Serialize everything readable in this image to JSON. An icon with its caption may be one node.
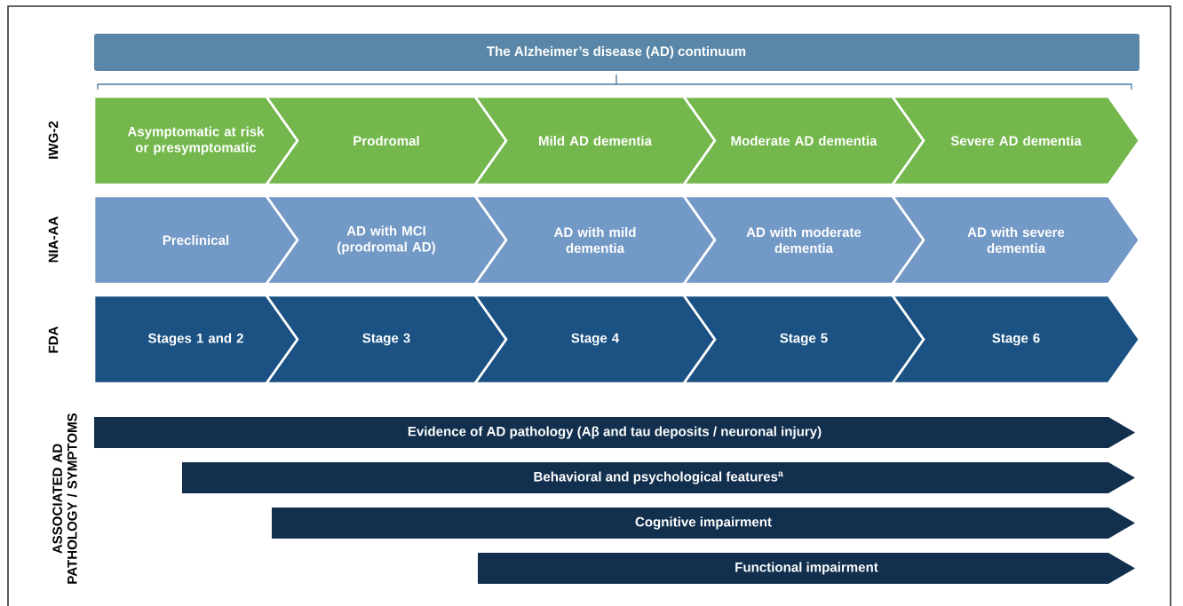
{
  "diagram": {
    "nodes": [
      {
        "text": [
          "The Alzheimer’s disease (AD) continuum"
        ]
      },
      {
        "text": [
          "Asymptomatic at risk or presymptomatic"
        ]
      },
      {
        "text": [
          "Prodromal"
        ]
      },
      {
        "text": [
          "Mild AD dementia"
        ]
      },
      {
        "text": [
          "Moderate AD dementia"
        ]
      },
      {
        "text": [
          "Severe AD dementia"
        ]
      },
      {
        "text": [
          "Preclinical"
        ]
      },
      {
        "text": [
          "AD with MCI (prodromal AD)"
        ]
      },
      {
        "text": [
          "AD with mild dementia"
        ]
      },
      {
        "text": [
          "AD with moderate dementia"
        ]
      },
      {
        "text": [
          "AD with severe dementia"
        ]
      },
      {
        "text": [
          "Stages 1 and 2"
        ]
      },
      {
        "text": [
          "Stage 3"
        ]
      },
      {
        "text": [
          "Stage 4"
        ]
      },
      {
        "text": [
          "Stage 5"
        ]
      },
      {
        "text": [
          "Stage 6"
        ]
      },
      {
        "text": [
          "Evidence of AD pathology (Aβ and tau deposits / neuronal injury)"
        ]
      },
      {
        "text": [
          "Behavioral and psychological features$^{a}$"
        ]
      },
      {
        "text": [
          "Cognitive impairment"
        ]
      },
      {
        "text": [
          "Functional impairment"
        ]
      }
    ],
    "labels": [
      "IWG-2",
      "NIA-AA",
      "FDA",
      "ASSOCIATED AD PATHOLOGY / SYMPTOMS"
    ]
  }
}
